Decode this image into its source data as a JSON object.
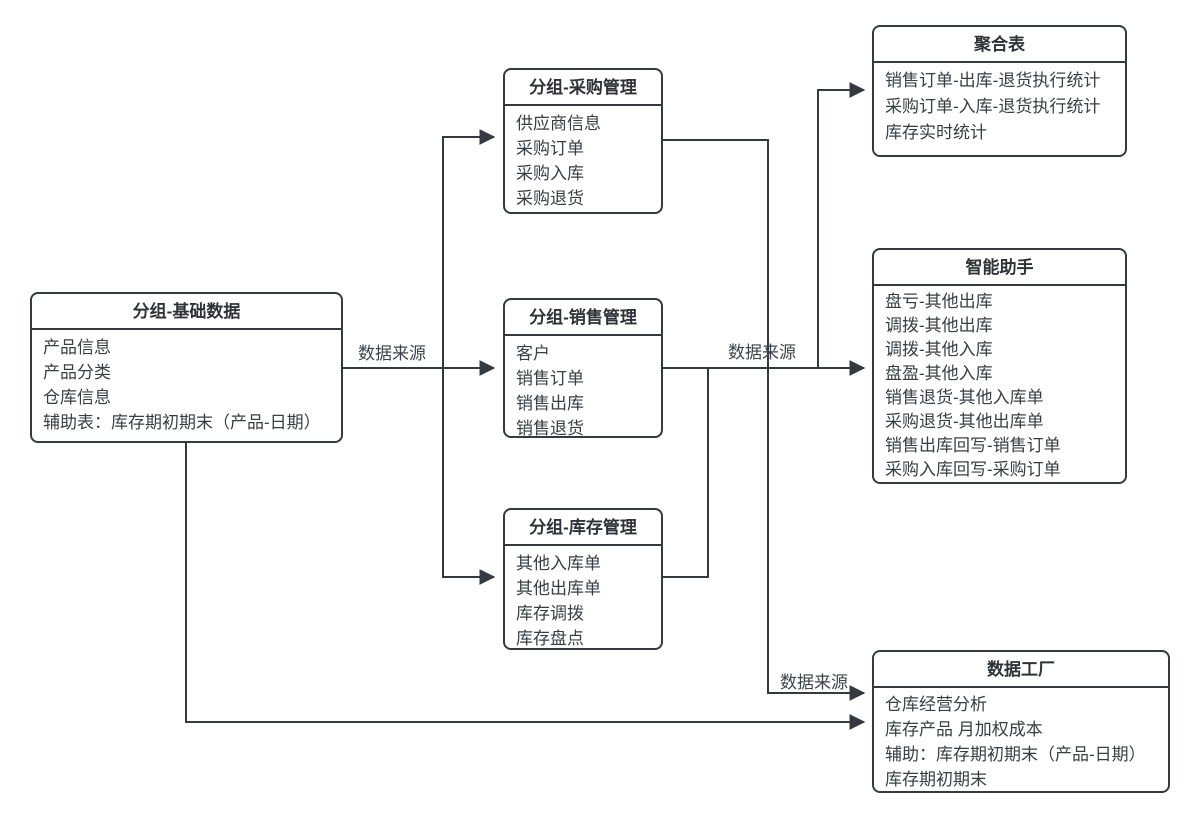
{
  "boxes": {
    "base": {
      "title": "分组-基础数据",
      "items": [
        "产品信息",
        "产品分类",
        "仓库信息",
        "辅助表：库存期初期末（产品-日期）"
      ]
    },
    "purchase": {
      "title": "分组-采购管理",
      "items": [
        "供应商信息",
        "采购订单",
        "采购入库",
        "采购退货"
      ]
    },
    "sales": {
      "title": "分组-销售管理",
      "items": [
        "客户",
        "销售订单",
        "销售出库",
        "销售退货"
      ]
    },
    "inventory": {
      "title": "分组-库存管理",
      "items": [
        "其他入库单",
        "其他出库单",
        "库存调拨",
        "库存盘点"
      ]
    },
    "aggregate": {
      "title": "聚合表",
      "items": [
        "销售订单-出库-退货执行统计",
        "采购订单-入库-退货执行统计",
        "库存实时统计"
      ]
    },
    "assistant": {
      "title": "智能助手",
      "items": [
        "盘亏-其他出库",
        "调拨-其他出库",
        "调拨-其他入库",
        "盘盈-其他入库",
        "销售退货-其他入库单",
        "采购退货-其他出库单",
        "销售出库回写-销售订单",
        "采购入库回写-采购订单"
      ]
    },
    "factory": {
      "title": "数据工厂",
      "items": [
        "仓库经营分析",
        "库存产品 月加权成本",
        "辅助：库存期初期末（产品-日期）",
        "库存期初期末"
      ]
    }
  },
  "edge_labels": [
    "数据来源",
    "数据来源",
    "数据来源"
  ],
  "colors": {
    "stroke": "#343a40",
    "text": "#3a3e44",
    "background": "#ffffff"
  }
}
